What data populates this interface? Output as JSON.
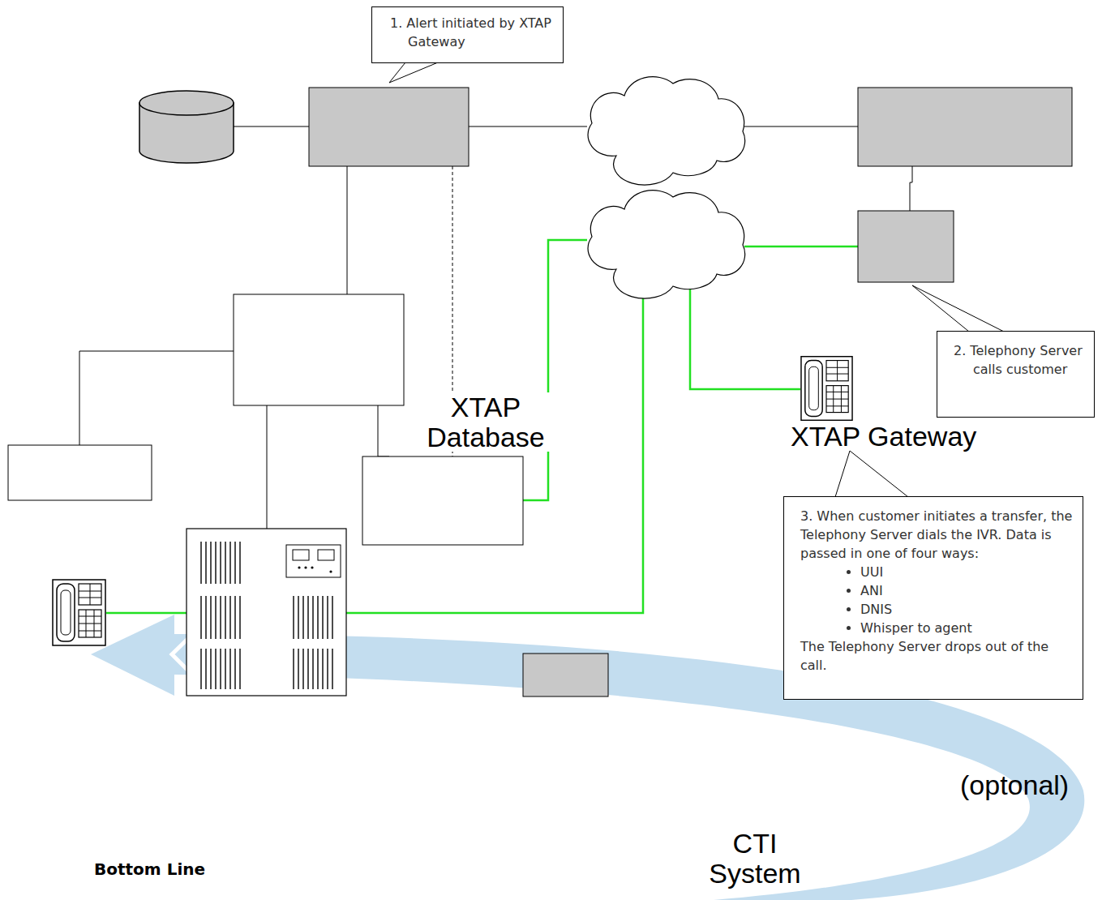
{
  "diagram": {
    "nodes": [
      {
        "text": [
          "1. Alert initiated by XTAP Gateway"
        ]
      },
      {
        "text": [
          "2. Telephony Server calls customer"
        ]
      },
      {
        "text": [
          "3. When customer initiates a transfer, the Telephony Server dials the IVR.  Data is passed in one of four ways:",
          "UUI",
          "ANI",
          "DNIS",
          "Whisper to agent",
          "The Telephony Server drops out of the call."
        ]
      }
    ],
    "labels": [
      "XTAP Database",
      "XTAP Gateway",
      "(optonal)",
      "CTI System",
      "Bottom Line"
    ]
  }
}
